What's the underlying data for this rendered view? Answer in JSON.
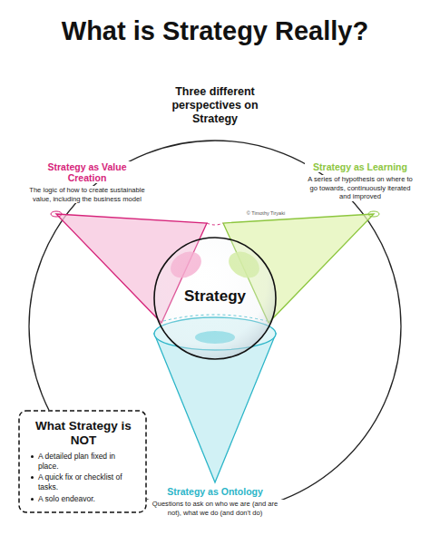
{
  "diagram": {
    "title": "What is Strategy Really?",
    "nodes": [
      {
        "text": [
          "Strategy as Value Creation",
          "The logic of how to create sustainable value, including the business model"
        ]
      },
      {
        "text": [
          "Strategy as Learning",
          "A series of hypothesis on where to go towards, continuously iterated and improved"
        ]
      },
      {
        "text": [
          "Strategy"
        ]
      },
      {
        "text": [
          "Strategy as Ontology",
          "Questions to ask on who we are (and are not), what we do (and don't do)"
        ]
      },
      {
        "text": [
          "What Strategy is NOT",
          "A detailed plan fixed in place.",
          "A quick fix or checklist of tasks.",
          "A solo endeavor."
        ]
      }
    ],
    "labels": [
      "Three different perspectives on Strategy",
      "© Timothy Tiryaki"
    ]
  }
}
